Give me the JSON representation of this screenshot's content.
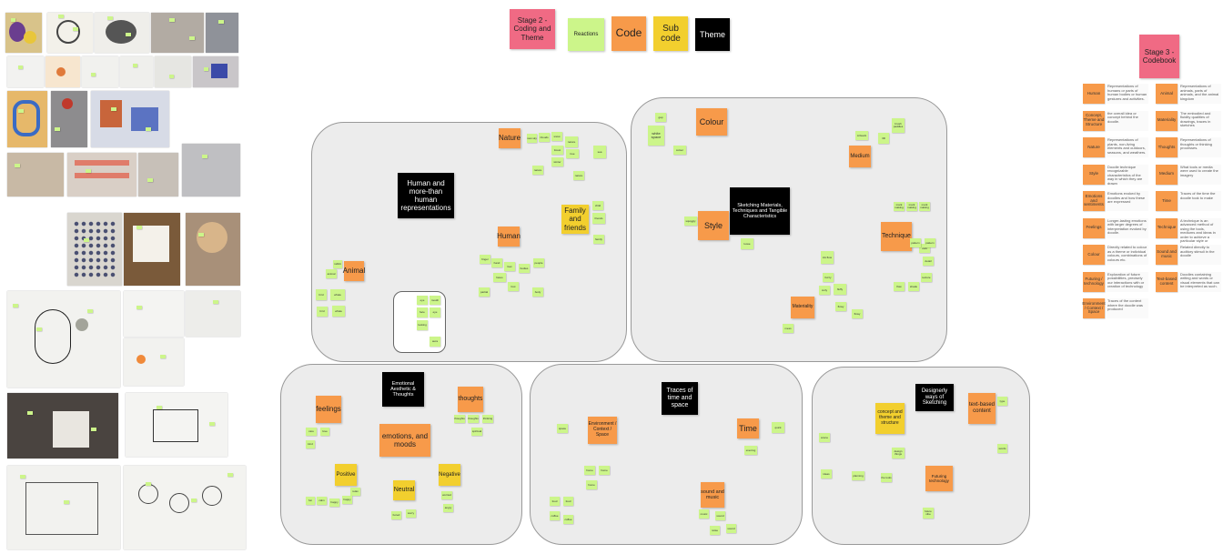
{
  "legend": {
    "stage2": "Stage 2 - Coding and Theme",
    "reactions": "Reactions",
    "code": "Code",
    "subcode": "Sub code",
    "theme": "Theme"
  },
  "stage3": {
    "title": "Stage 3 - Codebook",
    "rows": [
      [
        "Human",
        "Representations of humans or parts of human bodies or human gestures and activities.",
        "Animal",
        "Representations of animals, parts of animals, and the animal kingdom"
      ],
      [
        "Concept, Theme and Structure",
        "the overall idea or concept behind the doodle.",
        "Materiality",
        "The embodied and fluidity qualities of drawings, traces in sketches"
      ],
      [
        "Nature",
        "Representations of plants, non-living elements and outdoors, seasons, and weathers.",
        "Thoughts",
        "Representations of thoughts or thinking processes."
      ],
      [
        "Style",
        "Doodle technique recognizable characteristics of the way in which they are drawn",
        "Medium",
        "What tools or media were used to create the imagery"
      ],
      [
        "Emotions and sentiments",
        "Emotions evoked by doodles and how these are expressed",
        "Time",
        "Traces of the time the doodle took to make"
      ],
      [
        "Feelings",
        "Longer-lasting emotions with larger degrees of interpretation evoked by doodle.",
        "Technique",
        "A technique is an advanced method of using the tools, mediums and ideas in order to achieve a particular style or concept."
      ],
      [
        "Colour",
        "Directly related to colour as a theme or individual colours, combinations of colours etc.",
        "Sound and music",
        "Related directly to auditory stimuli in the doodle"
      ],
      [
        "Futuring / technology",
        "Exploration of future possibilities, precisely our interactions with or creation of technology",
        "Text-based content",
        "Doodles containing writing and words or visual elements that can be interpreted as such."
      ],
      [
        "Environment / Context / Space",
        "Traces of the context where the doodle was produced",
        "",
        ""
      ]
    ]
  },
  "panels": {
    "human": {
      "theme": "Human and more-than human representations",
      "codes": [
        "Nature",
        "Human",
        "Animal"
      ],
      "subcodes": [
        "Family and friends"
      ],
      "notes": [
        "new sky",
        "Clouds",
        "snow",
        "nature",
        "forest",
        "winter",
        "tree",
        "sea",
        "nature",
        "nature",
        "rabbit",
        "animal",
        "whale",
        "bird",
        "bird",
        "whale",
        "finger",
        "hand",
        "feet",
        "bodies",
        "people",
        "faces",
        "foot",
        "child",
        "friends",
        "family",
        "body",
        "partial",
        "eye",
        "mouth",
        "face",
        "eye",
        "looking",
        "aura"
      ]
    },
    "sketching": {
      "theme": "Sketching Materials, Techniques and Tangible Characteristics",
      "codes": [
        "Colour",
        "Style",
        "Medium",
        "Technique",
        "Materiality"
      ],
      "notes": [
        "gap",
        "white space",
        "colour",
        "squiggly",
        "loose",
        "mess",
        "fuzzy",
        "fluffy",
        "curly",
        "flowy",
        "ink flow",
        "flowy",
        "texture",
        "detail",
        "dots",
        "shade",
        "flow",
        "3D",
        "brush paddles",
        "Artwork",
        "mark making",
        "mark making",
        "mark making",
        "pattern",
        "pattern"
      ]
    },
    "emotional": {
      "theme": "Emotional Aesthetic & Thoughts",
      "codes": [
        "feelings",
        "thoughts",
        "emotions, and moods"
      ],
      "subcodes": [
        "Positive",
        "Neutral",
        "Negative"
      ],
      "notes": [
        "care",
        "love",
        "kind",
        "relax",
        "happy",
        "fun",
        "calm",
        "happy",
        "bored",
        "worry",
        "worried",
        "angry",
        "thoughts",
        "thoughts",
        "thinking",
        "spiritual"
      ]
    },
    "traces": {
      "theme": "Traces of time and space",
      "codes": [
        "Environment / Context / Space",
        "Time",
        "sound and music"
      ],
      "notes": [
        "space",
        "home",
        "home",
        "home",
        "food",
        "food",
        "coffee",
        "coffee",
        "evening",
        "quick",
        "music",
        "sound",
        "sound",
        "noise"
      ]
    },
    "designerly": {
      "theme": "Designerly ways of Sketching",
      "codes": [
        "text-based content",
        "Futuring technology"
      ],
      "subcodes": [
        "concept and theme and structure"
      ],
      "notes": [
        "type",
        "words",
        "ideas",
        "planning",
        "design things",
        "the tools",
        "future vibe",
        "scene"
      ]
    }
  },
  "colors": {
    "theme": "#000000",
    "code": "#f79a4a",
    "subcode": "#f2cf2e",
    "reaction": "#ccf58a",
    "stage": "#f06a84",
    "panel": "#ececec"
  }
}
